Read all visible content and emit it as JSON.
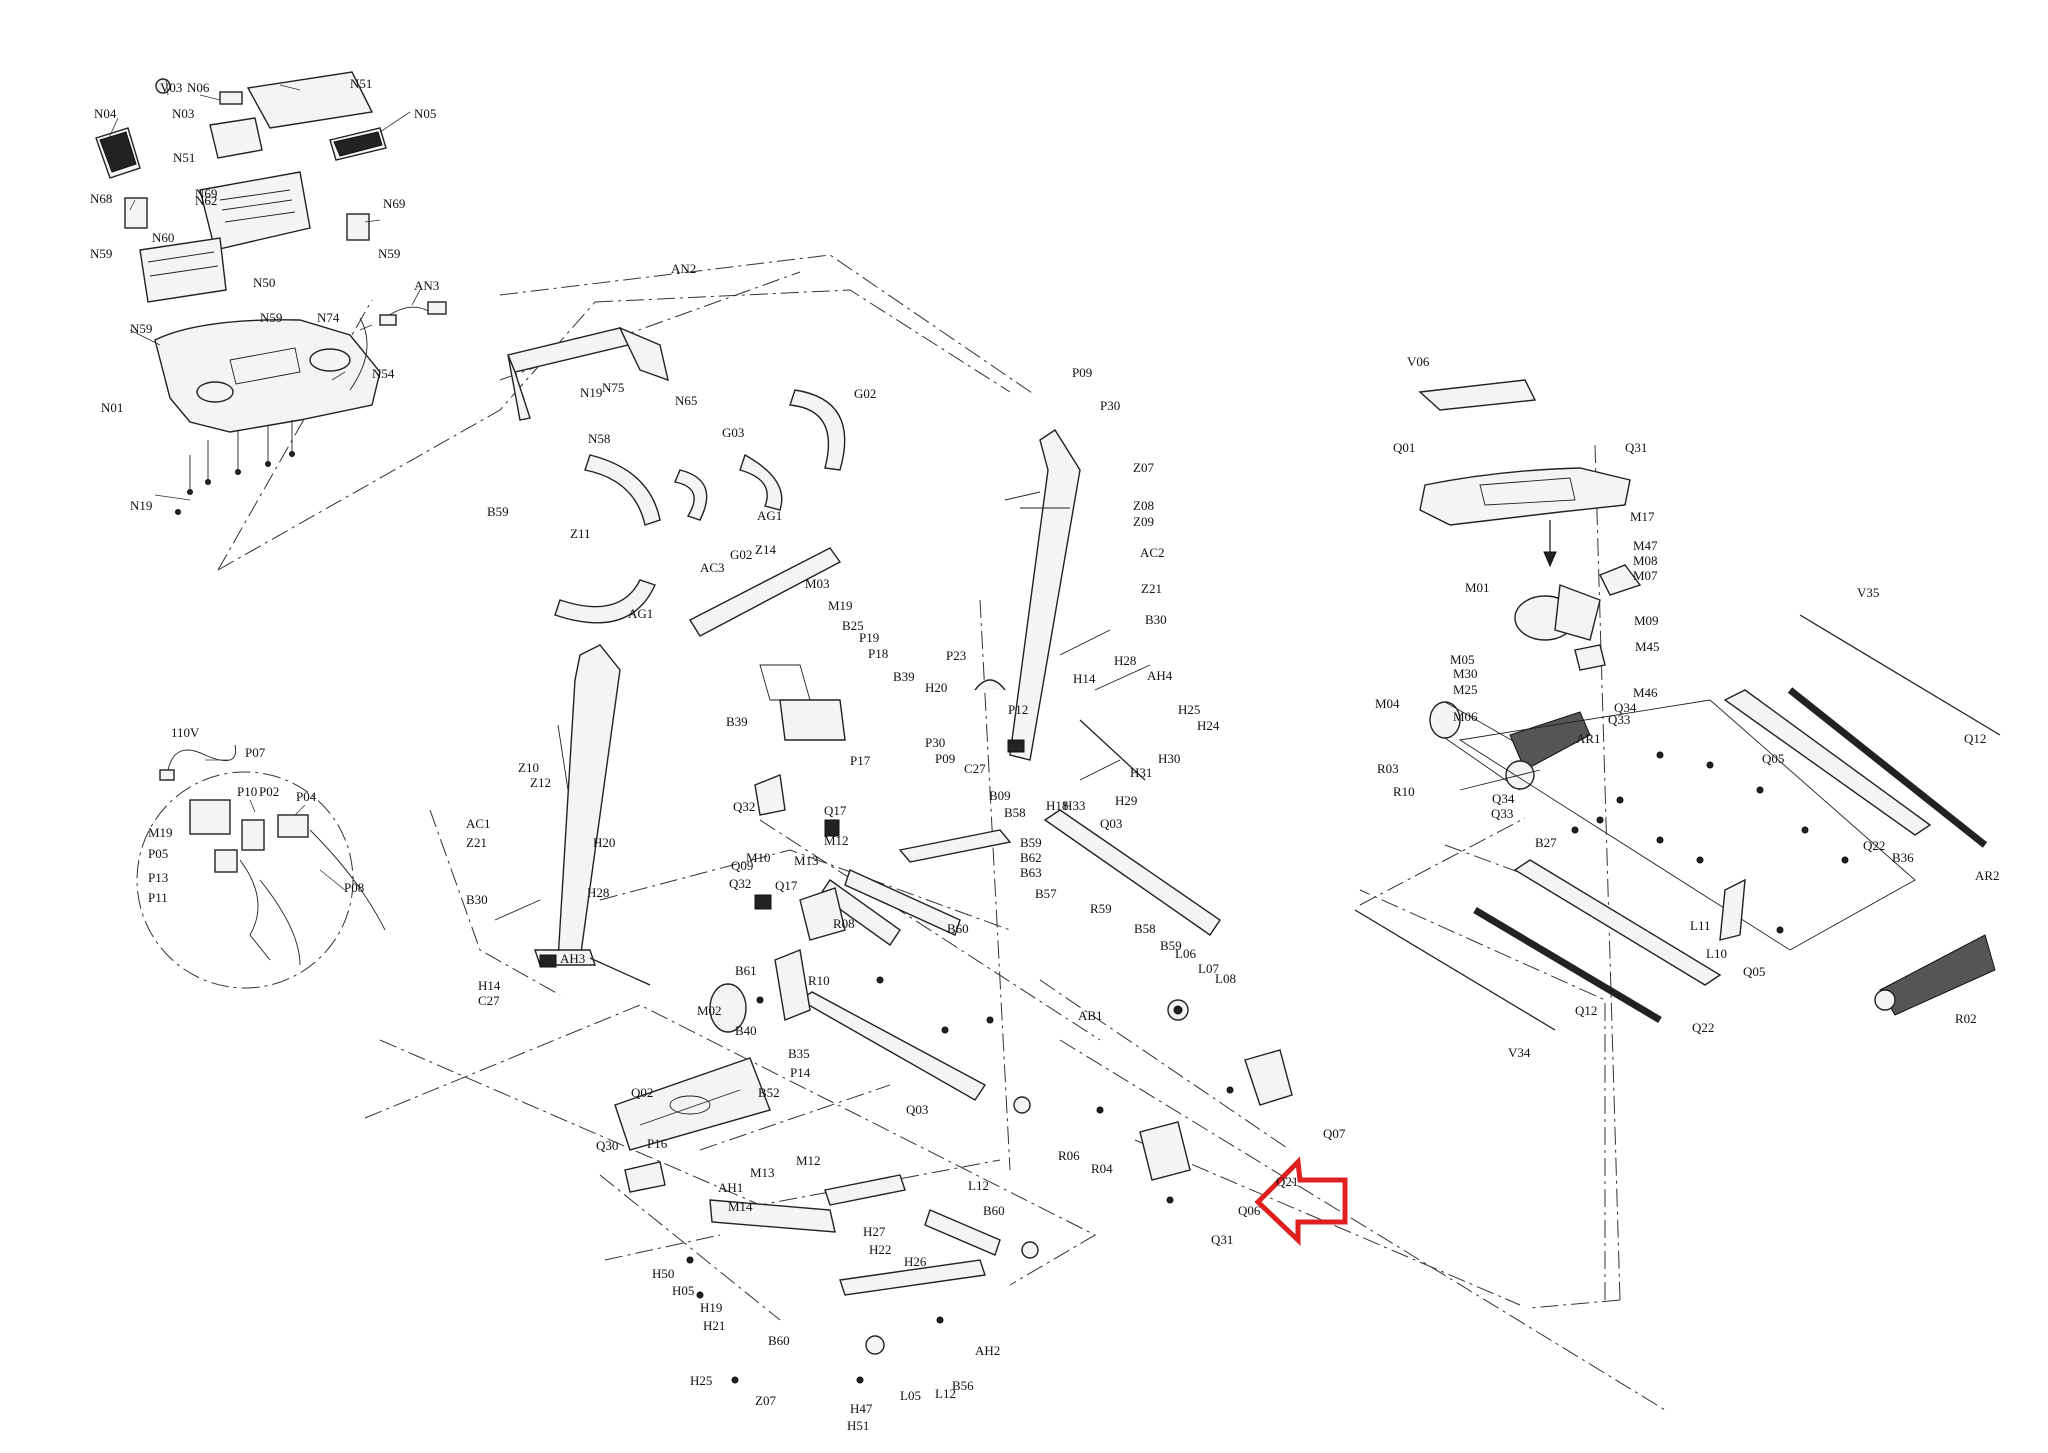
{
  "supply_label": "110V",
  "callout_target": "Q06",
  "labels": [
    {
      "t": "V03"
    },
    {
      "t": "N06"
    },
    {
      "t": "N51"
    },
    {
      "t": "N04"
    },
    {
      "t": "N03"
    },
    {
      "t": "N05"
    },
    {
      "t": "N51"
    },
    {
      "t": "N69"
    },
    {
      "t": "N62"
    },
    {
      "t": "N68"
    },
    {
      "t": "N69"
    },
    {
      "t": "N59"
    },
    {
      "t": "N60"
    },
    {
      "t": "N59"
    },
    {
      "t": "N50"
    },
    {
      "t": "AN3"
    },
    {
      "t": "N74"
    },
    {
      "t": "N59"
    },
    {
      "t": "N59"
    },
    {
      "t": "N54"
    },
    {
      "t": "N01"
    },
    {
      "t": "N19"
    },
    {
      "t": "AN2"
    },
    {
      "t": "N19"
    },
    {
      "t": "N75"
    },
    {
      "t": "N65"
    },
    {
      "t": "G02"
    },
    {
      "t": "N58"
    },
    {
      "t": "G03"
    },
    {
      "t": "B59"
    },
    {
      "t": "AG1"
    },
    {
      "t": "Z11"
    },
    {
      "t": "G02"
    },
    {
      "t": "Z14"
    },
    {
      "t": "AG1"
    },
    {
      "t": "AC3"
    },
    {
      "t": "M03"
    },
    {
      "t": "M19"
    },
    {
      "t": "B25"
    },
    {
      "t": "P19"
    },
    {
      "t": "P18"
    },
    {
      "t": "B39"
    },
    {
      "t": "B39"
    },
    {
      "t": "P09"
    },
    {
      "t": "P30"
    },
    {
      "t": "Z07"
    },
    {
      "t": "Z08"
    },
    {
      "t": "Z09"
    },
    {
      "t": "AC2"
    },
    {
      "t": "Z21"
    },
    {
      "t": "B30"
    },
    {
      "t": "P23"
    },
    {
      "t": "H28"
    },
    {
      "t": "H14"
    },
    {
      "t": "AH4"
    },
    {
      "t": "H20"
    },
    {
      "t": "H25"
    },
    {
      "t": "P12"
    },
    {
      "t": "H24"
    },
    {
      "t": "P30"
    },
    {
      "t": "P09"
    },
    {
      "t": "C27"
    },
    {
      "t": "P17"
    },
    {
      "t": "H30"
    },
    {
      "t": "H31"
    },
    {
      "t": "H18"
    },
    {
      "t": "H33"
    },
    {
      "t": "H29"
    },
    {
      "t": "110V"
    },
    {
      "t": "P07"
    },
    {
      "t": "P10"
    },
    {
      "t": "P02"
    },
    {
      "t": "P04"
    },
    {
      "t": "M19"
    },
    {
      "t": "P05"
    },
    {
      "t": "P13"
    },
    {
      "t": "P08"
    },
    {
      "t": "P11"
    },
    {
      "t": "Z10"
    },
    {
      "t": "Z12"
    },
    {
      "t": "AC1"
    },
    {
      "t": "H20"
    },
    {
      "t": "Z21"
    },
    {
      "t": "B30"
    },
    {
      "t": "H28"
    },
    {
      "t": "H14"
    },
    {
      "t": "C27"
    },
    {
      "t": "AH3"
    },
    {
      "t": "Q32"
    },
    {
      "t": "Q17"
    },
    {
      "t": "M12"
    },
    {
      "t": "M10"
    },
    {
      "t": "Q09"
    },
    {
      "t": "M13"
    },
    {
      "t": "Q32"
    },
    {
      "t": "Q17"
    },
    {
      "t": "B09"
    },
    {
      "t": "B58"
    },
    {
      "t": "B59"
    },
    {
      "t": "B62"
    },
    {
      "t": "B63"
    },
    {
      "t": "Q03"
    },
    {
      "t": "B57"
    },
    {
      "t": "R59"
    },
    {
      "t": "B60"
    },
    {
      "t": "R08"
    },
    {
      "t": "B58"
    },
    {
      "t": "B59"
    },
    {
      "t": "L06"
    },
    {
      "t": "L07"
    },
    {
      "t": "L08"
    },
    {
      "t": "B61"
    },
    {
      "t": "R10"
    },
    {
      "t": "M02"
    },
    {
      "t": "B40"
    },
    {
      "t": "B35"
    },
    {
      "t": "P14"
    },
    {
      "t": "B52"
    },
    {
      "t": "AB1"
    },
    {
      "t": "Q03"
    },
    {
      "t": "Q02"
    },
    {
      "t": "P16"
    },
    {
      "t": "Q30"
    },
    {
      "t": "R06"
    },
    {
      "t": "R04"
    },
    {
      "t": "Q07"
    },
    {
      "t": "Q06"
    },
    {
      "t": "Q31"
    },
    {
      "t": "Q21"
    },
    {
      "t": "M13"
    },
    {
      "t": "M12"
    },
    {
      "t": "AH1"
    },
    {
      "t": "M14"
    },
    {
      "t": "L12"
    },
    {
      "t": "B60"
    },
    {
      "t": "H27"
    },
    {
      "t": "H22"
    },
    {
      "t": "H50"
    },
    {
      "t": "H05"
    },
    {
      "t": "H26"
    },
    {
      "t": "H19"
    },
    {
      "t": "H21"
    },
    {
      "t": "B60"
    },
    {
      "t": "AH2"
    },
    {
      "t": "B56"
    },
    {
      "t": "L12"
    },
    {
      "t": "H25"
    },
    {
      "t": "Z07"
    },
    {
      "t": "L05"
    },
    {
      "t": "H47"
    },
    {
      "t": "H51"
    },
    {
      "t": "V06"
    },
    {
      "t": "Q01"
    },
    {
      "t": "Q31"
    },
    {
      "t": "M17"
    },
    {
      "t": "M47"
    },
    {
      "t": "M08"
    },
    {
      "t": "M07"
    },
    {
      "t": "M01"
    },
    {
      "t": "M09"
    },
    {
      "t": "M05"
    },
    {
      "t": "M30"
    },
    {
      "t": "M25"
    },
    {
      "t": "M06"
    },
    {
      "t": "M45"
    },
    {
      "t": "M46"
    },
    {
      "t": "M04"
    },
    {
      "t": "Q34"
    },
    {
      "t": "Q33"
    },
    {
      "t": "V35"
    },
    {
      "t": "AR1"
    },
    {
      "t": "R03"
    },
    {
      "t": "R10"
    },
    {
      "t": "Q12"
    },
    {
      "t": "Q05"
    },
    {
      "t": "Q34"
    },
    {
      "t": "Q33"
    },
    {
      "t": "B27"
    },
    {
      "t": "Q22"
    },
    {
      "t": "B36"
    },
    {
      "t": "AR2"
    },
    {
      "t": "L11"
    },
    {
      "t": "L10"
    },
    {
      "t": "Q05"
    },
    {
      "t": "R02"
    },
    {
      "t": "Q12"
    },
    {
      "t": "Q22"
    },
    {
      "t": "V34"
    }
  ]
}
